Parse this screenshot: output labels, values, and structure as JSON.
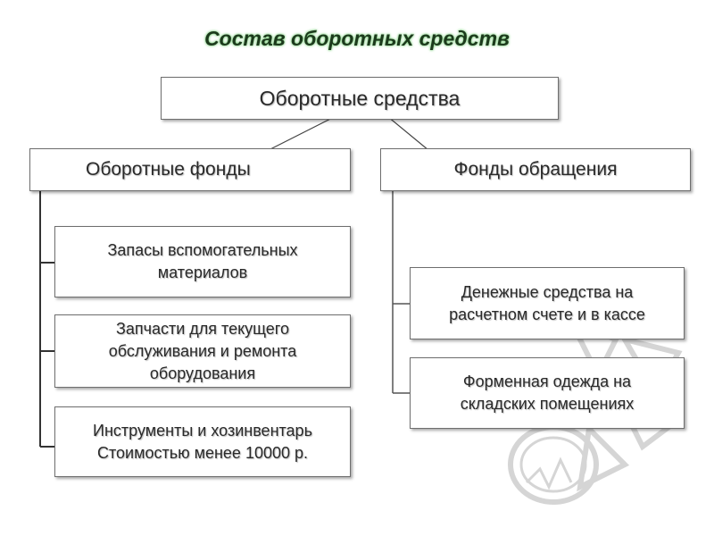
{
  "title": "Состав оборотных средств",
  "root": "Оборотные средства",
  "left": {
    "heading": "Оборотные фонды",
    "items": [
      "Запасы вспомогательных\nматериалов",
      "Запчасти для текущего\nобслуживания  и ремонта\nоборудования",
      "Инструменты и хозинвентарь\nСтоимостью менее 10000 р."
    ]
  },
  "right": {
    "heading": "Фонды обращения",
    "items": [
      "Денежные средства на\nрасчетном счете и в кассе",
      "Форменная одежда на\nскладских помещениях"
    ]
  },
  "colors": {
    "title": "#1c3a1c",
    "title_glow": "#7fcf7f",
    "border": "#6e6e6e",
    "text": "#2a2a2a"
  }
}
